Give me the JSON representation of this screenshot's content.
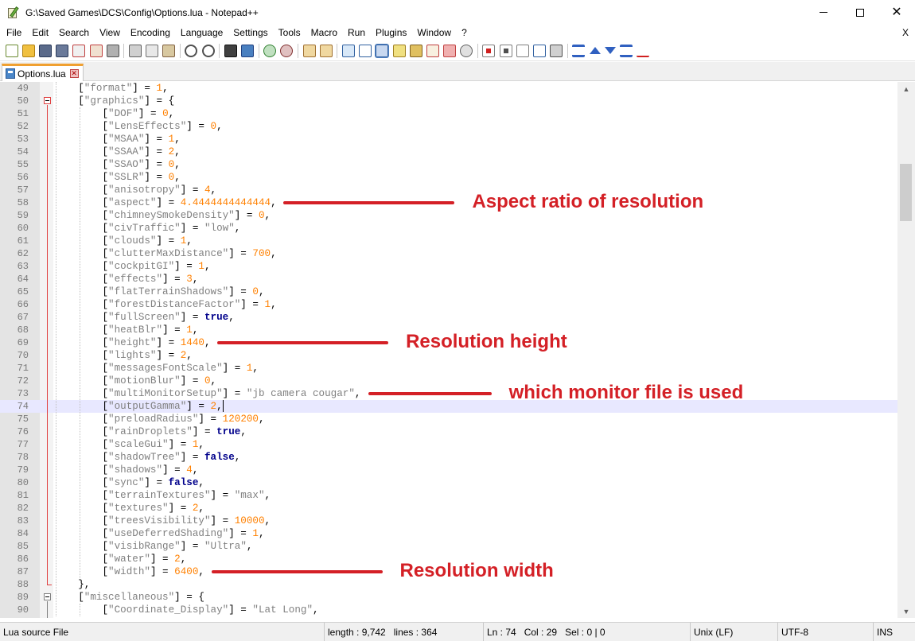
{
  "window": {
    "title": "G:\\Saved Games\\DCS\\Config\\Options.lua - Notepad++"
  },
  "menu": {
    "items": [
      "File",
      "Edit",
      "Search",
      "View",
      "Encoding",
      "Language",
      "Settings",
      "Tools",
      "Macro",
      "Run",
      "Plugins",
      "Window",
      "?"
    ],
    "close": "X"
  },
  "tabs": [
    {
      "label": "Options.lua",
      "active": true
    }
  ],
  "editor": {
    "current_line": 74,
    "lines": [
      {
        "n": "49",
        "t": "    [\"format\"] = 1,"
      },
      {
        "n": "50",
        "t": "    [\"graphics\"] = {"
      },
      {
        "n": "51",
        "t": "        [\"DOF\"] = 0,"
      },
      {
        "n": "52",
        "t": "        [\"LensEffects\"] = 0,"
      },
      {
        "n": "53",
        "t": "        [\"MSAA\"] = 1,"
      },
      {
        "n": "54",
        "t": "        [\"SSAA\"] = 2,"
      },
      {
        "n": "55",
        "t": "        [\"SSAO\"] = 0,"
      },
      {
        "n": "56",
        "t": "        [\"SSLR\"] = 0,"
      },
      {
        "n": "57",
        "t": "        [\"anisotropy\"] = 4,"
      },
      {
        "n": "58",
        "t": "        [\"aspect\"] = 4.4444444444444,"
      },
      {
        "n": "59",
        "t": "        [\"chimneySmokeDensity\"] = 0,"
      },
      {
        "n": "60",
        "t": "        [\"civTraffic\"] = \"low\","
      },
      {
        "n": "61",
        "t": "        [\"clouds\"] = 1,"
      },
      {
        "n": "62",
        "t": "        [\"clutterMaxDistance\"] = 700,"
      },
      {
        "n": "63",
        "t": "        [\"cockpitGI\"] = 1,"
      },
      {
        "n": "64",
        "t": "        [\"effects\"] = 3,"
      },
      {
        "n": "65",
        "t": "        [\"flatTerrainShadows\"] = 0,"
      },
      {
        "n": "66",
        "t": "        [\"forestDistanceFactor\"] = 1,"
      },
      {
        "n": "67",
        "t": "        [\"fullScreen\"] = true,"
      },
      {
        "n": "68",
        "t": "        [\"heatBlr\"] = 1,"
      },
      {
        "n": "69",
        "t": "        [\"height\"] = 1440,"
      },
      {
        "n": "70",
        "t": "        [\"lights\"] = 2,"
      },
      {
        "n": "71",
        "t": "        [\"messagesFontScale\"] = 1,"
      },
      {
        "n": "72",
        "t": "        [\"motionBlur\"] = 0,"
      },
      {
        "n": "73",
        "t": "        [\"multiMonitorSetup\"] = \"jb camera cougar\","
      },
      {
        "n": "74",
        "t": "        [\"outputGamma\"] = 2,"
      },
      {
        "n": "75",
        "t": "        [\"preloadRadius\"] = 120200,"
      },
      {
        "n": "76",
        "t": "        [\"rainDroplets\"] = true,"
      },
      {
        "n": "77",
        "t": "        [\"scaleGui\"] = 1,"
      },
      {
        "n": "78",
        "t": "        [\"shadowTree\"] = false,"
      },
      {
        "n": "79",
        "t": "        [\"shadows\"] = 4,"
      },
      {
        "n": "80",
        "t": "        [\"sync\"] = false,"
      },
      {
        "n": "81",
        "t": "        [\"terrainTextures\"] = \"max\","
      },
      {
        "n": "82",
        "t": "        [\"textures\"] = 2,"
      },
      {
        "n": "83",
        "t": "        [\"treesVisibility\"] = 10000,"
      },
      {
        "n": "84",
        "t": "        [\"useDeferredShading\"] = 1,"
      },
      {
        "n": "85",
        "t": "        [\"visibRange\"] = \"Ultra\","
      },
      {
        "n": "86",
        "t": "        [\"water\"] = 2,"
      },
      {
        "n": "87",
        "t": "        [\"width\"] = 6400,"
      },
      {
        "n": "88",
        "t": "    },"
      },
      {
        "n": "89",
        "t": "    [\"miscellaneous\"] = {"
      },
      {
        "n": "90",
        "t": "        [\"Coordinate_Display\"] = \"Lat Long\","
      }
    ]
  },
  "annotations": [
    {
      "line": 58,
      "text": "Aspect ratio of resolution"
    },
    {
      "line": 69,
      "text": "Resolution height"
    },
    {
      "line": 73,
      "text": "which monitor file is used"
    },
    {
      "line": 87,
      "text": "Resolution width"
    }
  ],
  "status": {
    "language": "Lua source File",
    "length": "length : 9,742",
    "lines": "lines : 364",
    "ln": "Ln : 74",
    "col": "Col : 29",
    "sel": "Sel : 0 | 0",
    "eol": "Unix (LF)",
    "encoding": "UTF-8",
    "mode": "INS"
  },
  "colors": {
    "annotation": "#d42026",
    "string": "#808080",
    "number": "#ff8000",
    "keyword": "#00008b",
    "current_line": "#e8e8ff"
  }
}
